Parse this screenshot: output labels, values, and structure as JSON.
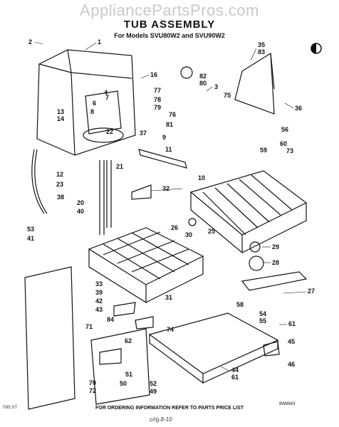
{
  "watermark": "AppliancePartsPros.com",
  "title": "TUB ASSEMBLY",
  "subtitle": "For Models SVU80W2 and SVU90W2",
  "footer": "FOR ORDERING INFORMATION REFER TO PARTS PRICE LIST",
  "diagram_code": "8W8643",
  "margin_note": "7/85.ST",
  "handwritten_note": "c/rg.8-10",
  "callouts": [
    "1",
    "2",
    "3",
    "4",
    "6",
    "7",
    "8",
    "9",
    "10",
    "11",
    "12",
    "13",
    "14",
    "16",
    "20",
    "21",
    "22",
    "23",
    "25",
    "26",
    "27",
    "28",
    "29",
    "30",
    "31",
    "32",
    "33",
    "35",
    "36",
    "37",
    "38",
    "39",
    "40",
    "41",
    "42",
    "43",
    "44",
    "45",
    "46",
    "49",
    "50",
    "51",
    "52",
    "53",
    "54",
    "55",
    "56",
    "58",
    "59",
    "60",
    "61",
    "62",
    "70",
    "71",
    "72",
    "73",
    "74",
    "75",
    "76",
    "77",
    "78",
    "79",
    "80",
    "81",
    "82",
    "83",
    "84"
  ]
}
